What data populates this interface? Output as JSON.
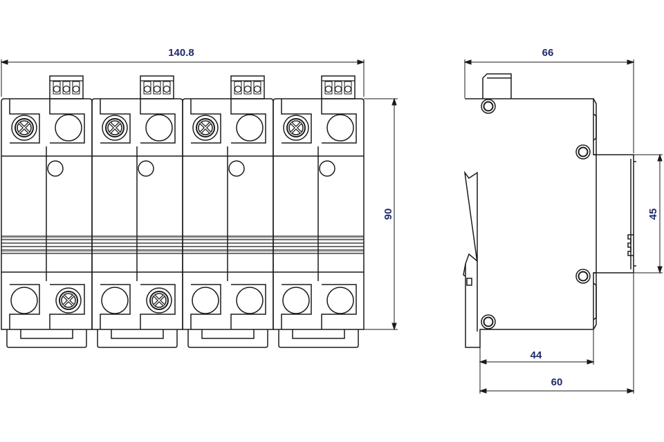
{
  "colors": {
    "line": "#1a1a1a",
    "dimension_text": "#1f2a6b",
    "background": "#ffffff"
  },
  "dimensions": {
    "overall_width": "140.8",
    "height": "90",
    "side_depth_top": "66",
    "rail_slot": "45",
    "depth_44": "44",
    "depth_60": "60"
  },
  "front_view": {
    "pole_count": 4,
    "poles": [
      {
        "top_left": "screw",
        "bottom_right": "screw"
      },
      {
        "top_left": "screw",
        "bottom_right": "screw"
      },
      {
        "top_left": "screw",
        "bottom_right": "plain"
      },
      {
        "top_left": "screw",
        "bottom_right": "plain"
      }
    ]
  }
}
